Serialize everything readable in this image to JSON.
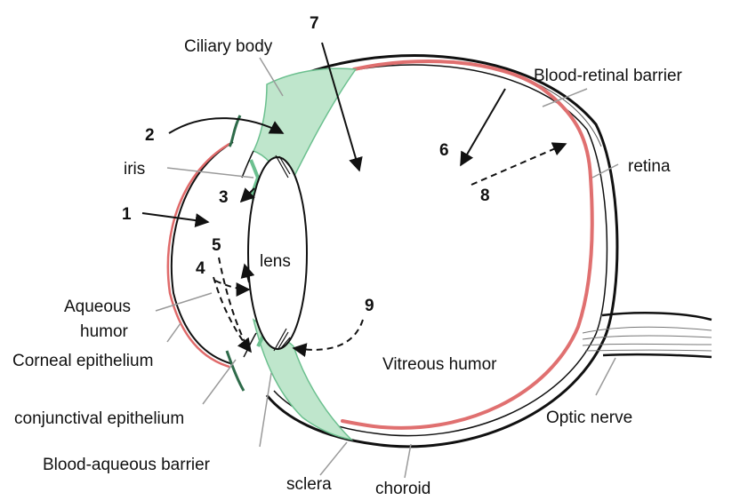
{
  "labels": {
    "ciliary_body": "Ciliary body",
    "blood_retinal_barrier": "Blood-retinal barrier",
    "retina": "retina",
    "iris": "iris",
    "lens": "lens",
    "aqueous_humor_line1": "Aqueous",
    "aqueous_humor_line2": "humor",
    "corneal_epithelium": "Corneal epithelium",
    "conjunctival_epithelium": "conjunctival epithelium",
    "blood_aqueous_barrier": "Blood-aqueous barrier",
    "sclera": "sclera",
    "choroid": "choroid",
    "vitreous_humor": "Vitreous humor",
    "optic_nerve": "Optic nerve"
  },
  "numbers": {
    "n1": "1",
    "n2": "2",
    "n3": "3",
    "n4": "4",
    "n5": "5",
    "n6": "6",
    "n7": "7",
    "n8": "8",
    "n9": "9"
  },
  "colors": {
    "outline": "#111111",
    "leader_line": "#9a9a9a",
    "ciliary_tissue": "#bfe6cc",
    "ciliary_tissue_edge": "#6cc08f",
    "retina_red": "#e07070",
    "cornea_red": "#e06a6a",
    "conjunctiva_green": "#2e6b4a"
  }
}
